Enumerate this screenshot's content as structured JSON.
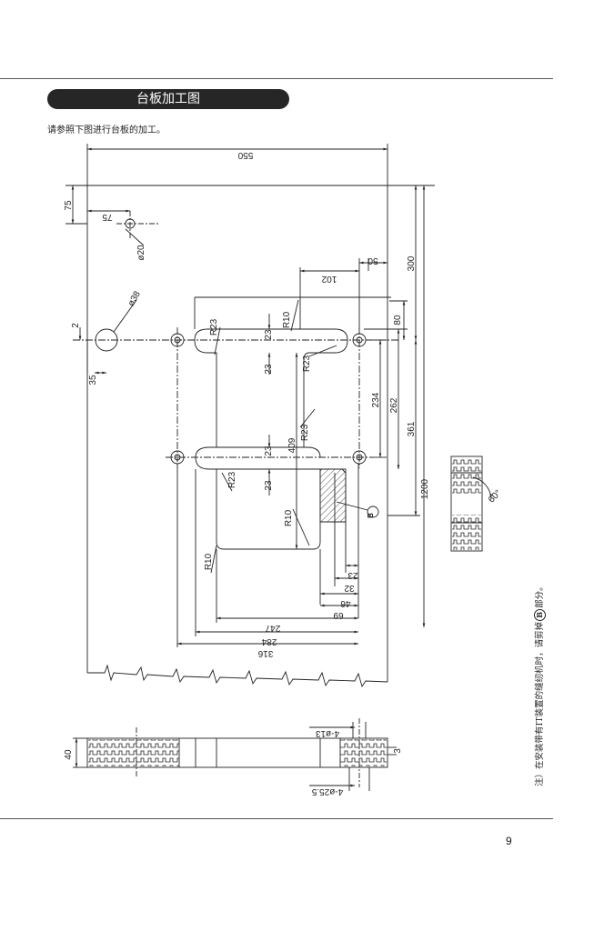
{
  "header": {
    "title": "台板加工图",
    "intro": "请参照下图进行台板的加工。"
  },
  "dimensions": {
    "width_550": "550",
    "d75_left": "75",
    "d75_top": "75",
    "d20": "ø20",
    "d38": "ø38",
    "d2": "2",
    "d35": "35",
    "d102": "102",
    "d50": "50",
    "d300": "300",
    "d80": "80",
    "r10_top": "R10",
    "r23_a": "R23",
    "r23_b": "R23",
    "d23_a": "23",
    "d23_b": "23",
    "d234": "234",
    "d262": "262",
    "d361": "361",
    "r23_c": "R23",
    "d409": "409",
    "d23_c": "23",
    "d23_d": "23",
    "r23_d": "R23",
    "d1200": "1200",
    "r10_mid": "R10",
    "r10_low": "R10",
    "d23_e": "23",
    "d32": "32",
    "d46": "46",
    "d69": "69",
    "d247": "247",
    "d284": "284",
    "d316": "316",
    "d40": "40",
    "d3": "3",
    "holes_13": "4-ø13",
    "holes_25": "4-ø25.5",
    "angle_60": "60°",
    "mark_b": "B"
  },
  "note": {
    "prefix": "注）在安装带有IT装置的缝纫机时，请剪掉",
    "mark": "B",
    "suffix": "部分。"
  },
  "footer": {
    "page_number": "9"
  }
}
